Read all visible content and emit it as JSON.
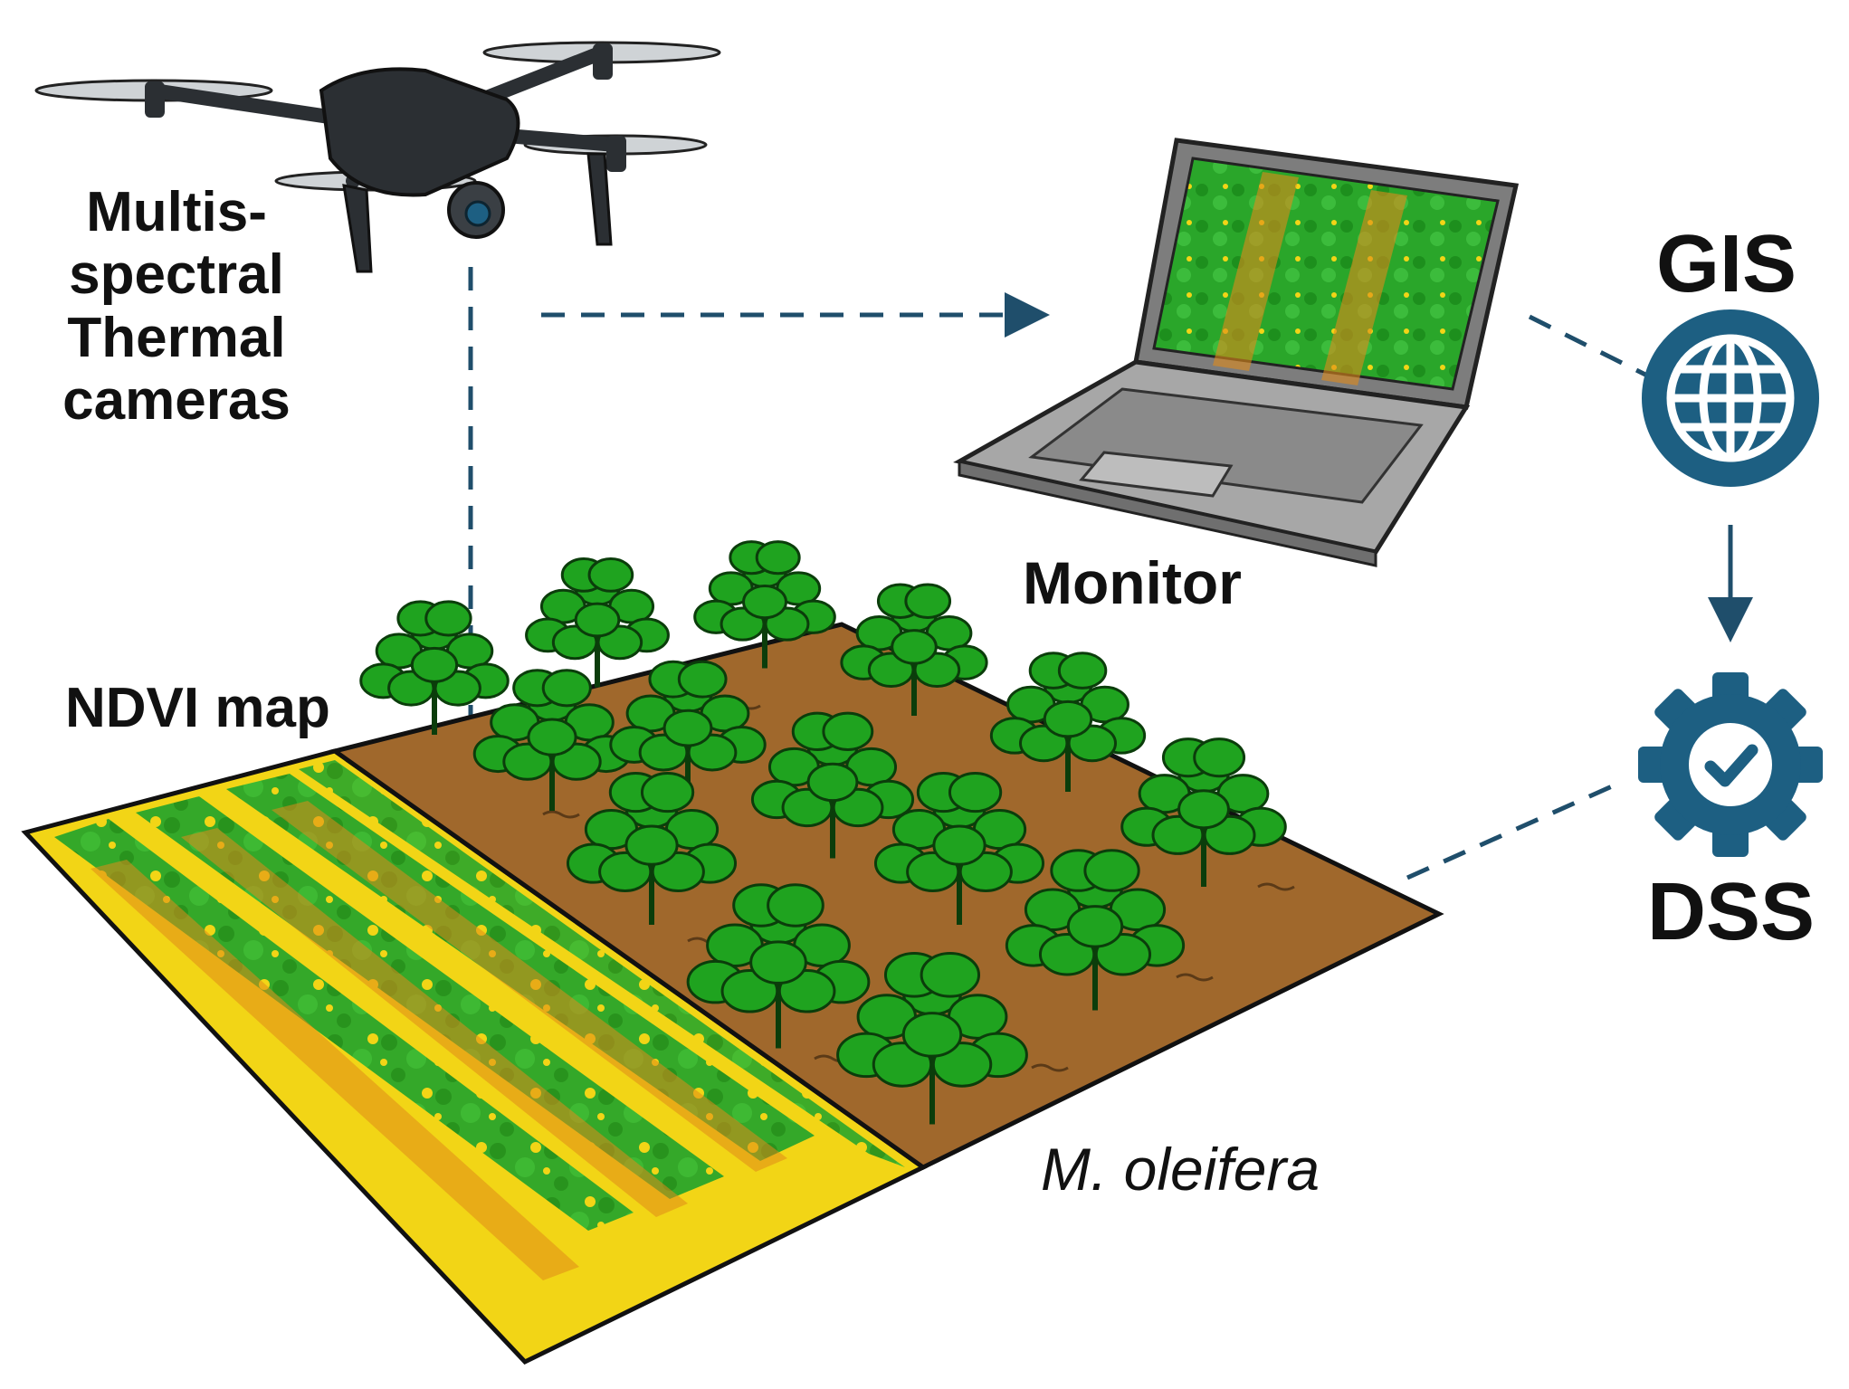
{
  "labels": {
    "camera_lines": [
      "Multis-",
      "spectral",
      "Thermal",
      "cameras"
    ],
    "monitor": "Monitor",
    "gis": "GIS",
    "dss": "DSS",
    "ndvi_map": "NDVI map",
    "species": "M. oleifera"
  },
  "colors": {
    "line": "#1f4e6b",
    "icon": "#1d5f82",
    "plant": "#1fa31f",
    "plant_outline": "#0b3d0b",
    "soil": "#a0682c",
    "ndvi_yellow": "#f2d516",
    "ndvi_orange": "#e08a1a",
    "ndvi_green": "#22a22a",
    "laptop_body": "#8c8c8c",
    "drone_body": "#2b2f33"
  },
  "icons": {
    "drone": "drone-icon",
    "laptop": "laptop-icon",
    "gis": "globe-icon",
    "dss": "gear-check-icon",
    "plant": "plant-icon"
  }
}
